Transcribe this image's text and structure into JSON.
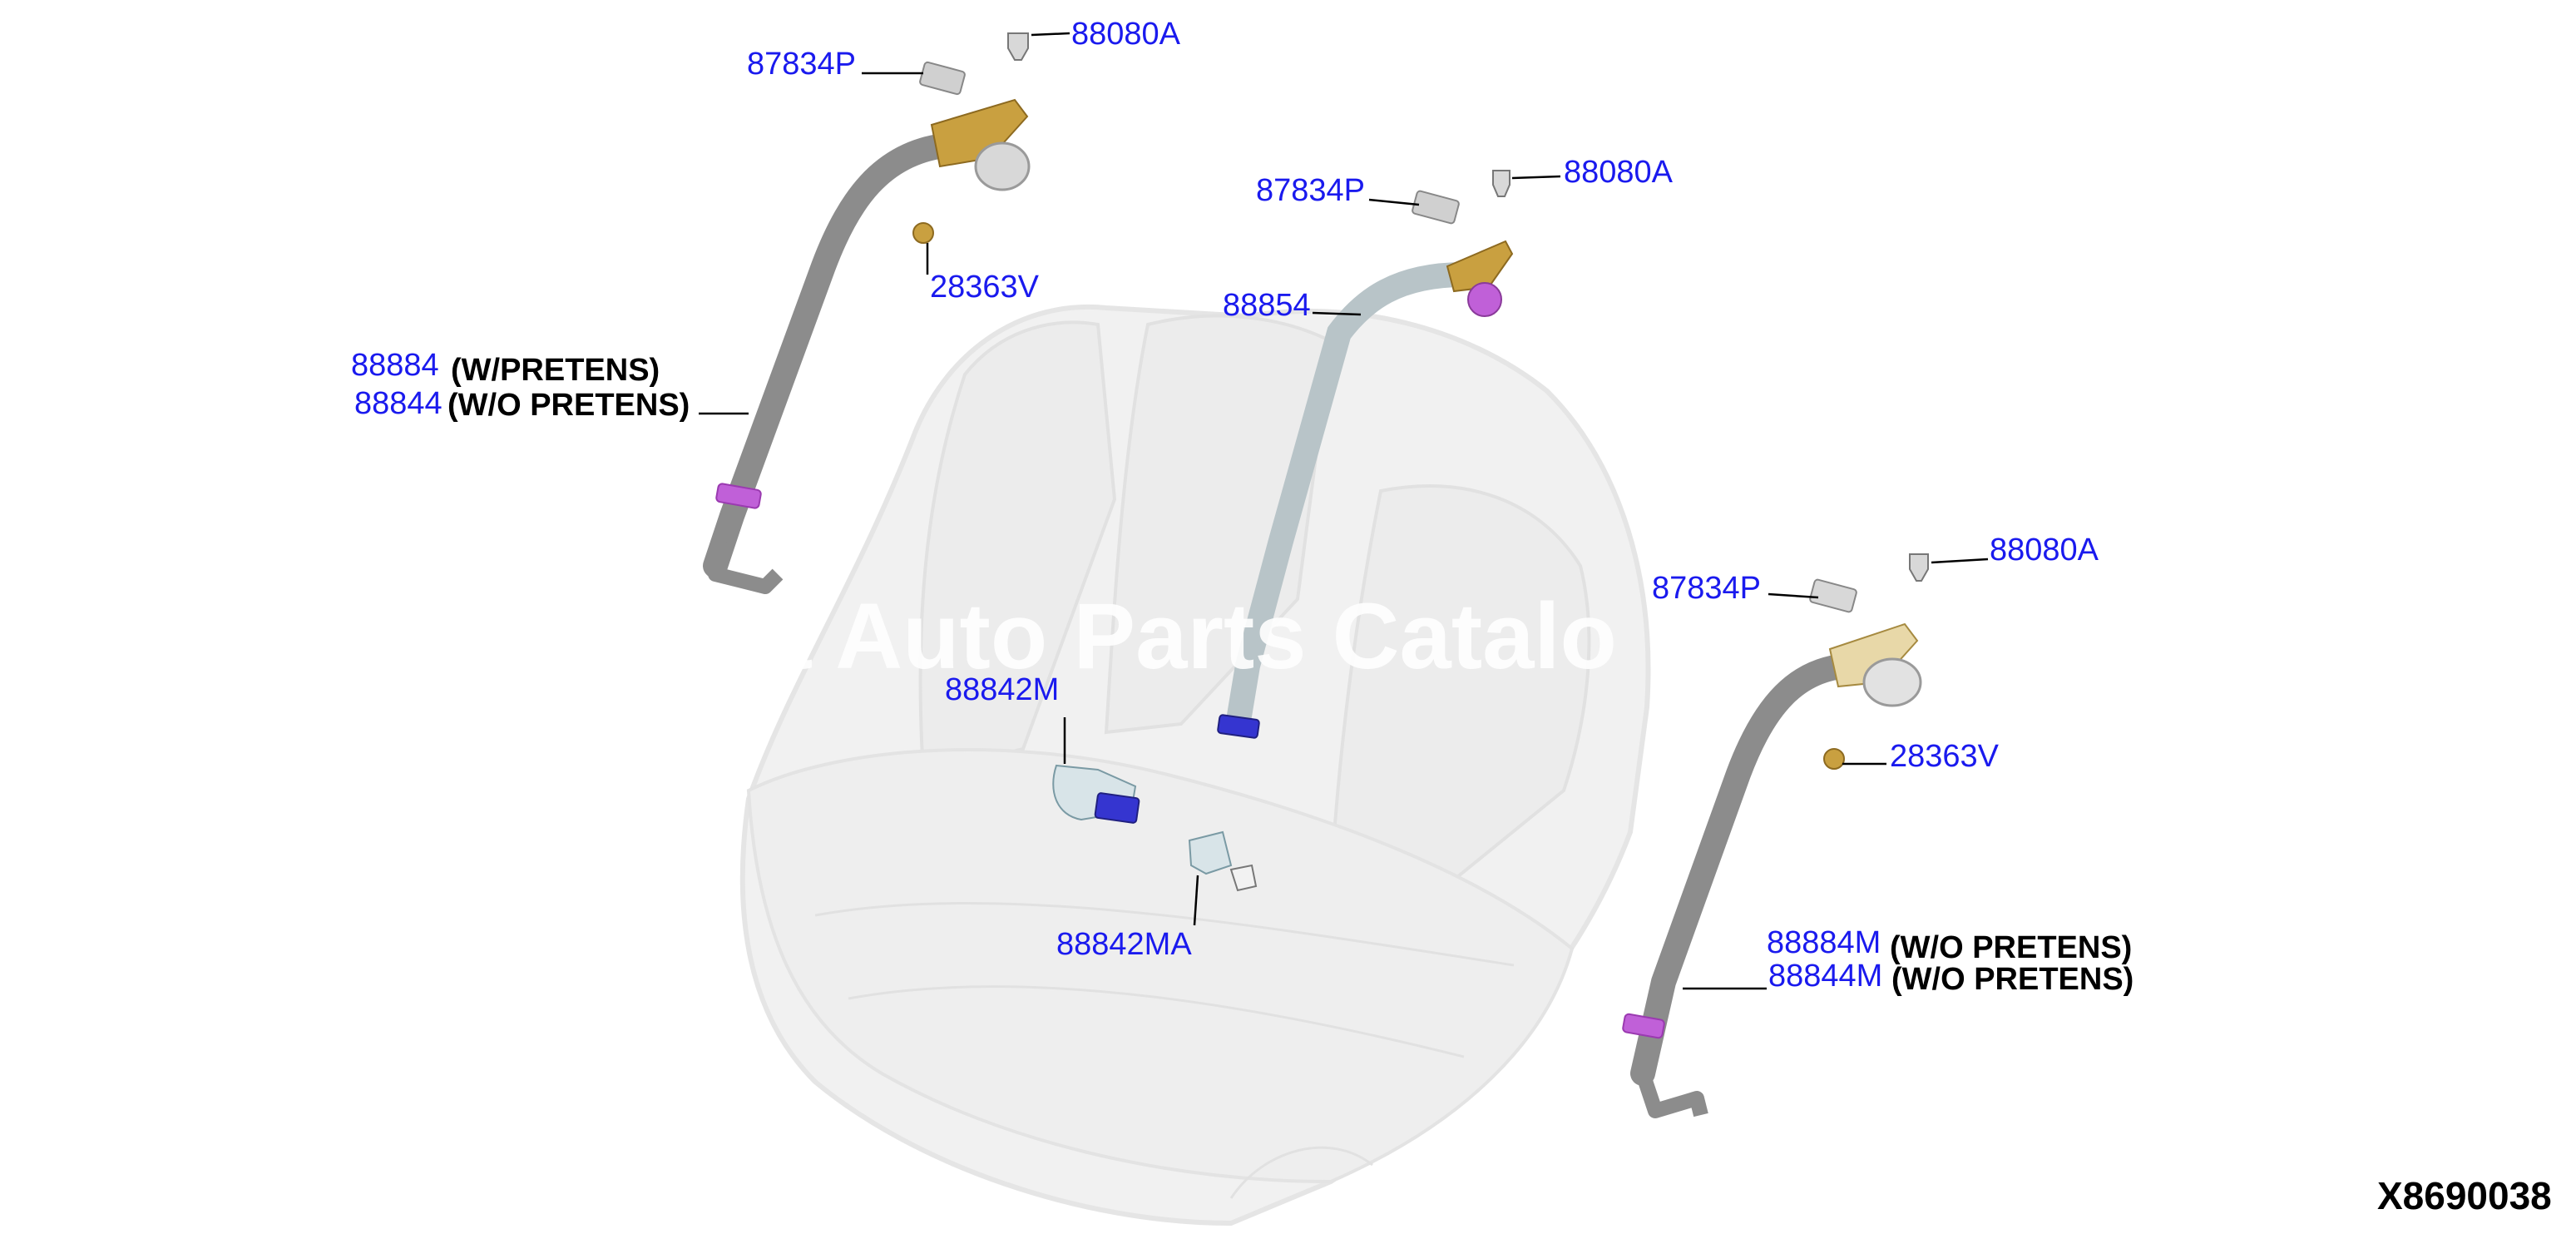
{
  "callouts": {
    "left_anchor_bolt": "88080A",
    "left_guide_cover": "87834P",
    "left_retractor_bolt": "28363V",
    "left_belt_num_1": "88884",
    "left_belt_note_1": "(W/PRETENS)",
    "left_belt_num_2": "88844",
    "left_belt_note_2": "(W/O PRETENS)",
    "center_guide_cover": "87834P",
    "center_anchor_bolt": "88080A",
    "center_belt": "88854",
    "center_buckle": "88842M",
    "center_buckle_alt": "88842MA",
    "right_guide_cover": "87834P",
    "right_anchor_bolt": "88080A",
    "right_retractor_bolt": "28363V",
    "right_belt_num_1": "88884M",
    "right_belt_note_1": "(W/O PRETENS)",
    "right_belt_num_2": "88844M",
    "right_belt_note_2": "(W/O PRETENS)"
  },
  "figure_id": "X8690038",
  "watermark": "t Auto Parts Catalo",
  "colors": {
    "part_number": "#1a1aee",
    "belt": "#8c8c8c",
    "center_belt": "#b8c4c8",
    "bracket": "#c9a040",
    "pretensioner": "#c060d8",
    "buckle_tongue": "#3535d0",
    "seat_ghost": "#e9e9e9"
  }
}
